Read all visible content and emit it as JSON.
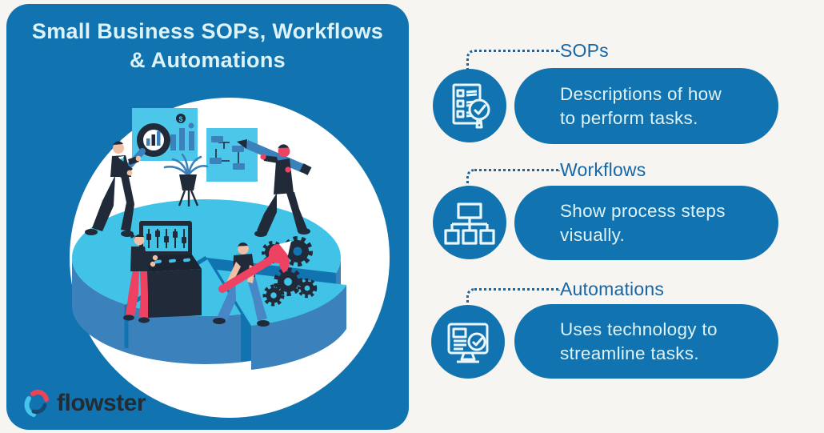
{
  "card": {
    "title_line1": "Small Business SOPs, Workflows",
    "title_line2": "& Automations",
    "logo_text": "flowster"
  },
  "sections": [
    {
      "label": "SOPs",
      "icon": "checklist-magnifier-icon",
      "line1": "Descriptions of how",
      "line2": "to perform tasks."
    },
    {
      "label": "Workflows",
      "icon": "org-chart-icon",
      "line1": "Show process steps",
      "line2": "visually."
    },
    {
      "label": "Automations",
      "icon": "monitor-check-icon",
      "line1": "Uses technology to",
      "line2": "streamline tasks."
    }
  ],
  "illustration": {
    "description": "Four people maintaining a giant 3D pie chart: analyst with magnifying glass over a bar chart board, man drawing on a flowchart board with a giant pencil, woman operating a slider control console, mechanic carrying a pink wrench toward gears",
    "elements": [
      "white-circle-backdrop",
      "bar-chart-board",
      "magnifying-glass",
      "flowchart-board",
      "giant-pencil",
      "potted-plant",
      "pie-chart-platform",
      "control-console",
      "gears",
      "pink-wrench"
    ]
  },
  "colors": {
    "card_blue": "#1173b0",
    "pill_blue": "#1173b0",
    "label_blue": "#1566a7",
    "title_text": "#ddf3f7",
    "pill_text": "#ddf3f7",
    "page_background": "#f7f5f2",
    "illustration_cyan": "#41c3e8",
    "illustration_mid_blue": "#3b82bd",
    "illustration_dark_navy": "#212a38",
    "illustration_pink": "#ee4262",
    "jeans_blue": "#4887c5",
    "skin": "#f0bfa4",
    "logo_text_color": "#232b33",
    "logo_red": "#ee4258",
    "logo_cyan": "#45c5e9",
    "logo_navy": "#174a73"
  }
}
